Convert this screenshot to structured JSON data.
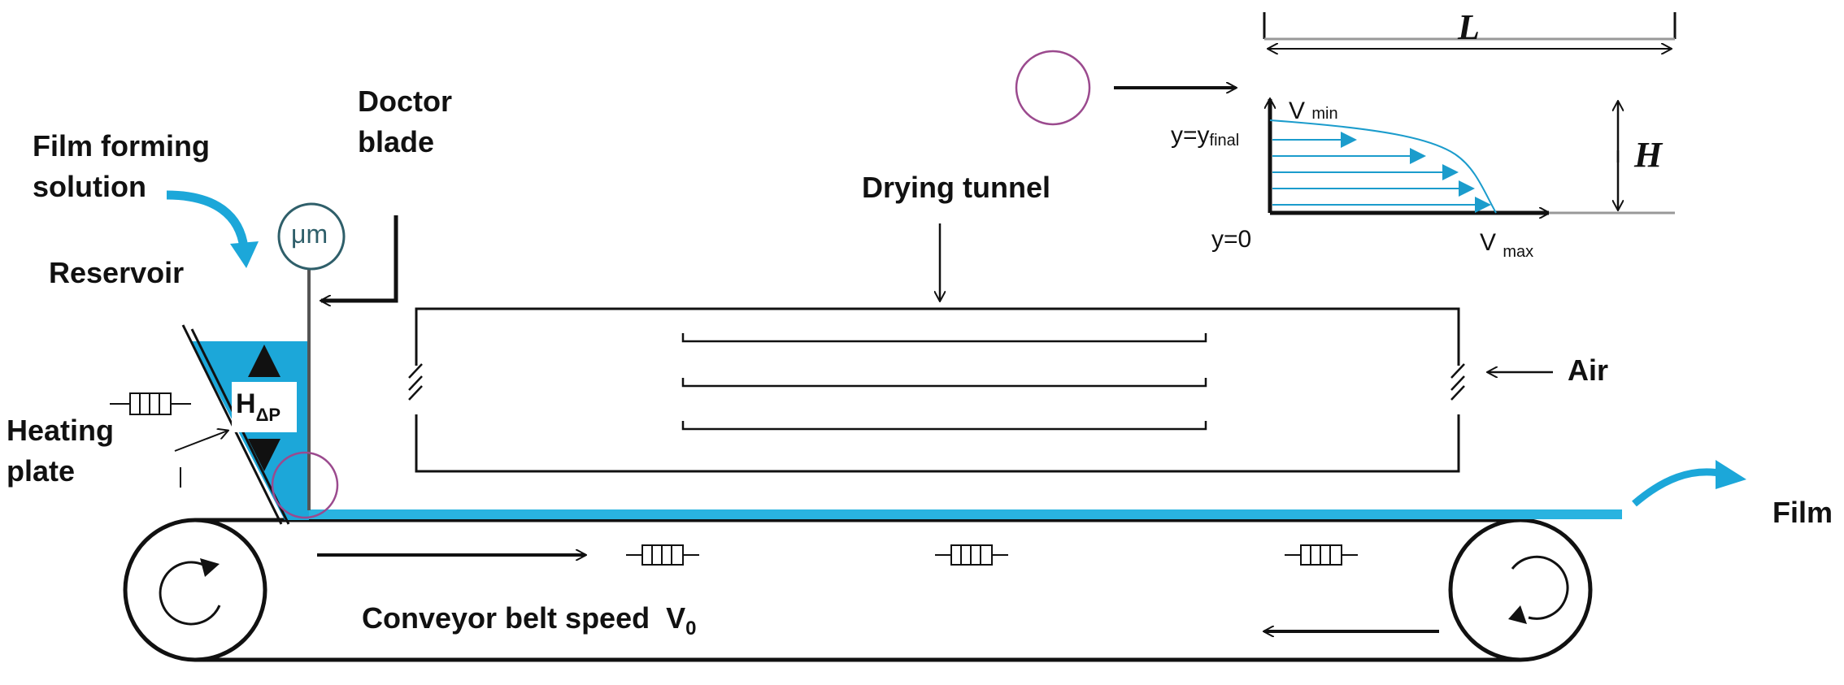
{
  "labels": {
    "film_forming_solution_line1": "Film forming",
    "film_forming_solution_line2": "solution",
    "doctor_blade_line1": "Doctor",
    "doctor_blade_line2": "blade",
    "reservoir": "Reservoir",
    "heating_plate_line1": "Heating",
    "heating_plate_line2": "plate",
    "gauge": "μm",
    "head_main": "H",
    "head_sub": "ΔP",
    "drying_tunnel": "Drying tunnel",
    "air": "Air",
    "film": "Film",
    "conveyor_main": "Conveyor belt speed  V",
    "conveyor_sub": "0"
  },
  "inset": {
    "length_label": "L",
    "height_label": "H",
    "v_min_main": "V",
    "v_min_sub": "min",
    "v_max_main": "V",
    "v_max_sub": "max",
    "y_final_main": "y=y",
    "y_final_sub": "final",
    "y_zero": "y=0"
  },
  "colors": {
    "solution": "#1ca7d9",
    "film": "#29b3e0",
    "profile": "#1b9ccc",
    "highlight_circle": "#9b4a8e",
    "line": "#111111"
  },
  "icons": [
    "heater-element-icon",
    "rotation-arrow-icon",
    "flow-arrow-icon"
  ]
}
